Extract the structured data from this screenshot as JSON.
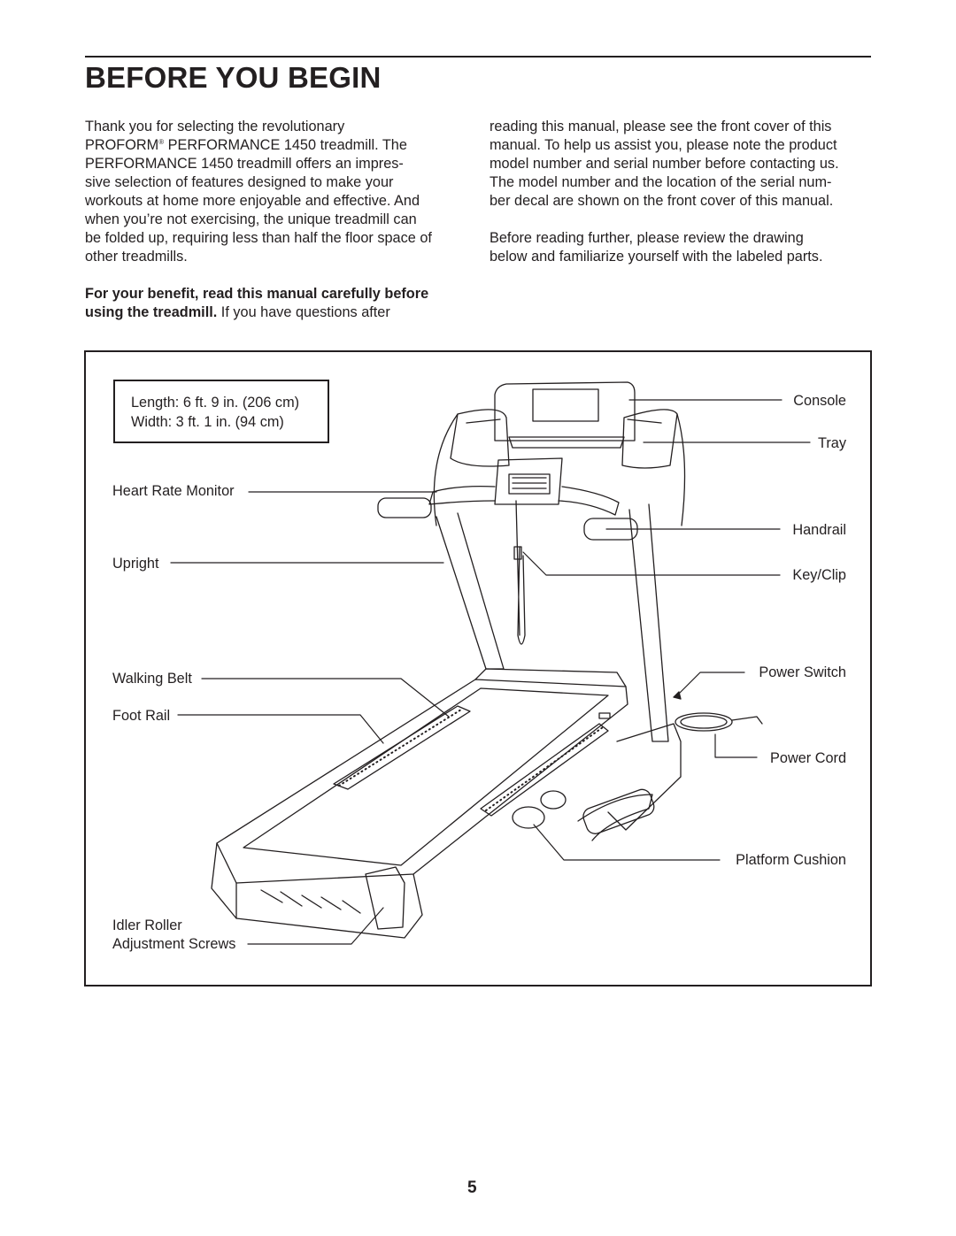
{
  "heading": "BEFORE YOU BEGIN",
  "intro": {
    "lines": [
      "Thank you for selecting the revolutionary",
      "PERFORMANCE 1450 treadmill. The",
      "PERFORMANCE 1450 treadmill offers an impres-",
      "sive selection of features designed to make your",
      "workouts at home more enjoyable and effective. And",
      "when you’re not exercising, the unique treadmill can",
      "be folded up, requiring less than half the floor space of",
      "other treadmills."
    ],
    "brand": "PROFORM",
    "registered_mark": "®"
  },
  "benefit": {
    "bold_line1": "For your benefit, read this manual carefully before",
    "bold_line2": "using the treadmill.",
    "rest_line2": " If you have questions after"
  },
  "right_para1": [
    "reading this manual, please see the front cover of this",
    "manual. To help us assist you, please note the product",
    "model number and serial number before contacting us.",
    "The model number and the location of the serial num-",
    "ber decal are shown on the front cover of this manual."
  ],
  "right_para2": [
    "Before reading further, please review the drawing",
    "below and familiarize yourself with the labeled parts."
  ],
  "dimensions": {
    "length": "Length:  6 ft. 9 in. (206 cm)",
    "width": "Width:   3 ft. 1 in. (94 cm)"
  },
  "labels": {
    "heart_rate_monitor": "Heart Rate Monitor",
    "upright": "Upright",
    "walking_belt": "Walking Belt",
    "foot_rail": "Foot Rail",
    "idler_roller_1": "Idler Roller",
    "idler_roller_2": "Adjustment Screws",
    "console": "Console",
    "tray": "Tray",
    "handrail": "Handrail",
    "key_clip": "Key/Clip",
    "power_switch": "Power Switch",
    "power_cord": "Power Cord",
    "platform_cushion": "Platform Cushion"
  },
  "page_number": "5"
}
